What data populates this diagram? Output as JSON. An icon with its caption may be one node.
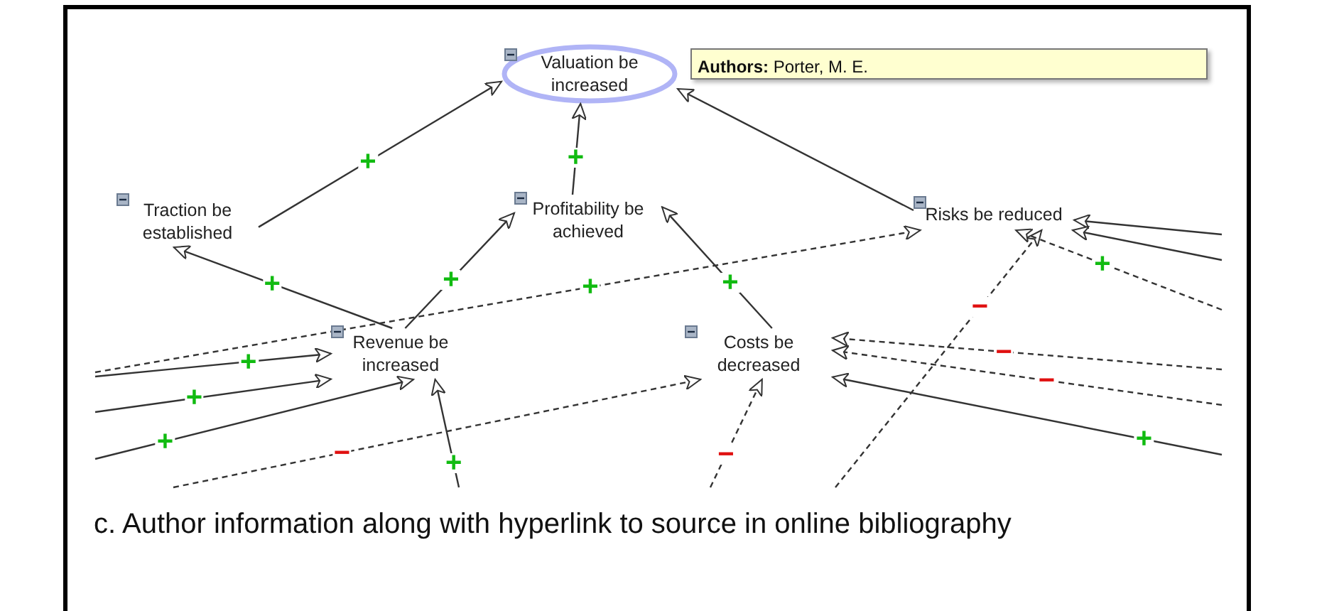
{
  "diagram": {
    "caption": "c. Author information along with hyperlink to source in online bibliography",
    "nodes": [
      {
        "text": [
          "Valuation be increased"
        ]
      },
      {
        "text": [
          "Traction be established"
        ]
      },
      {
        "text": [
          "Profitability be achieved"
        ]
      },
      {
        "text": [
          "Risks be reduced"
        ]
      },
      {
        "text": [
          "Revenue be increased"
        ]
      },
      {
        "text": [
          "Costs be decreased"
        ]
      },
      {
        "text": [
          "**Authors:** Porter, M. E."
        ]
      }
    ],
    "edges": [
      {
        "from": 1,
        "to": 0,
        "arrow": "to",
        "label": "+"
      },
      {
        "from": 2,
        "to": 0,
        "arrow": "to",
        "label": "+"
      },
      {
        "from": 3,
        "to": 0,
        "arrow": "to"
      },
      {
        "from": 4,
        "to": 1,
        "arrow": "to",
        "label": "+"
      },
      {
        "from": 4,
        "to": 2,
        "arrow": "to",
        "label": "+"
      },
      {
        "from": 5,
        "to": 2,
        "arrow": "to",
        "label": "+"
      },
      {
        "from": null,
        "to": 3,
        "arrow": "to",
        "label": "+",
        "style": "dashed"
      },
      {
        "from": null,
        "to": 4,
        "arrow": "to",
        "label": "+"
      },
      {
        "from": null,
        "to": 4,
        "arrow": "to",
        "label": "+"
      },
      {
        "from": null,
        "to": 4,
        "arrow": "to",
        "label": "+"
      },
      {
        "from": null,
        "to": 5,
        "arrow": "to",
        "label": "−",
        "style": "dashed"
      },
      {
        "from": null,
        "to": 4,
        "arrow": "to",
        "label": "+"
      },
      {
        "from": null,
        "to": 5,
        "arrow": "to",
        "label": "−",
        "style": "dashed"
      },
      {
        "from": null,
        "to": 3,
        "arrow": "to",
        "label": "−",
        "style": "dashed"
      },
      {
        "from": null,
        "to": 3,
        "arrow": "to"
      },
      {
        "from": null,
        "to": 3,
        "arrow": "to"
      },
      {
        "from": null,
        "to": 3,
        "arrow": "to",
        "label": "+",
        "style": "dashed"
      },
      {
        "from": null,
        "to": 5,
        "arrow": "to",
        "label": "−",
        "style": "dashed"
      },
      {
        "from": null,
        "to": 5,
        "arrow": "to",
        "label": "−",
        "style": "dashed"
      },
      {
        "from": null,
        "to": 5,
        "arrow": "to",
        "label": "+"
      }
    ]
  }
}
